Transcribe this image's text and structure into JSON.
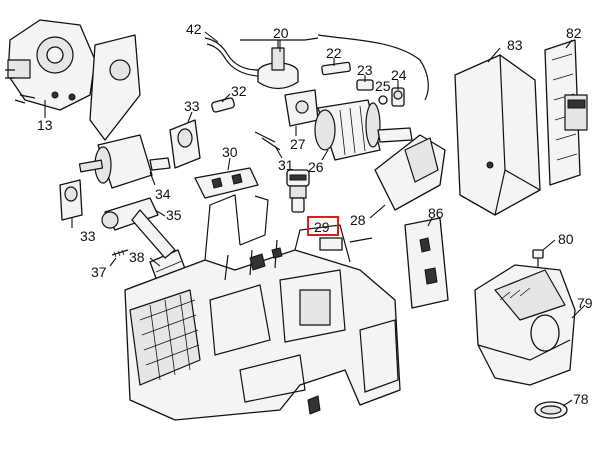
{
  "diagram": {
    "watermark_text": "",
    "highlight_color": "#d42020",
    "highlighted_part": "29",
    "callouts": [
      {
        "id": "c13",
        "label": "13"
      },
      {
        "id": "c42",
        "label": "42"
      },
      {
        "id": "c20",
        "label": "20"
      },
      {
        "id": "c22",
        "label": "22"
      },
      {
        "id": "c23",
        "label": "23"
      },
      {
        "id": "c24",
        "label": "24"
      },
      {
        "id": "c25",
        "label": "25"
      },
      {
        "id": "c32",
        "label": "32"
      },
      {
        "id": "c33a",
        "label": "33"
      },
      {
        "id": "c27",
        "label": "27"
      },
      {
        "id": "c30",
        "label": "30"
      },
      {
        "id": "c31",
        "label": "31"
      },
      {
        "id": "c26",
        "label": "26"
      },
      {
        "id": "c34",
        "label": "34"
      },
      {
        "id": "c35",
        "label": "35"
      },
      {
        "id": "c33b",
        "label": "33"
      },
      {
        "id": "c29",
        "label": "29"
      },
      {
        "id": "c28",
        "label": "28"
      },
      {
        "id": "c37",
        "label": "37"
      },
      {
        "id": "c38",
        "label": "38"
      },
      {
        "id": "c83",
        "label": "83"
      },
      {
        "id": "c82",
        "label": "82"
      },
      {
        "id": "c86",
        "label": "86"
      },
      {
        "id": "c80",
        "label": "80"
      },
      {
        "id": "c79",
        "label": "79"
      },
      {
        "id": "c78",
        "label": "78"
      }
    ]
  }
}
